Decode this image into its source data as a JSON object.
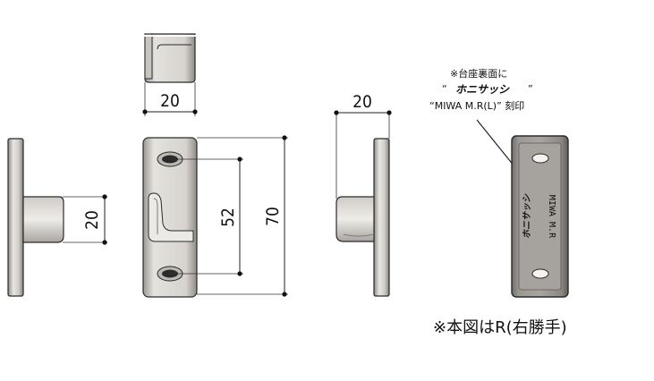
{
  "dimensions": {
    "top_width": "20",
    "side_width": "20",
    "left_height": "20",
    "hole_pitch": "52",
    "overall_height": "70"
  },
  "engraving_note": {
    "line1": "※台座裏面に",
    "line2_prefix": "“",
    "brand": "ホニサッシ",
    "line2_suffix": "”",
    "line3": "“MIWA M.R(L)” 刻印"
  },
  "plate_marks": {
    "brand": "ホニサッシ",
    "model": "MIWA M.R"
  },
  "caption": "※本図はR(右勝手)",
  "colors": {
    "metal_light": "#e6e4e0",
    "metal_mid": "#bdbab5",
    "metal_dark": "#7d7a76",
    "outline": "#2a2a2a"
  }
}
